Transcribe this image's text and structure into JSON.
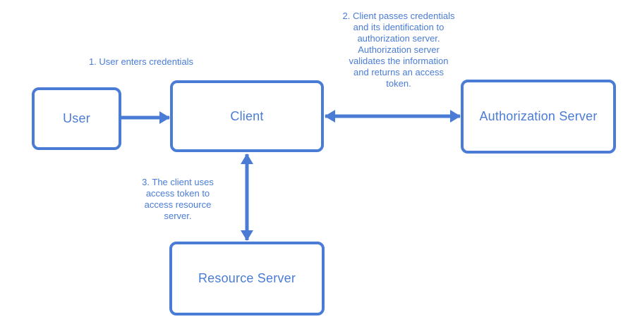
{
  "diagram": {
    "type": "flow-diagram",
    "colors": {
      "accent": "#4a7cd6",
      "background": "#ffffff"
    },
    "nodes": [
      {
        "id": "user",
        "label": "User"
      },
      {
        "id": "client",
        "label": "Client"
      },
      {
        "id": "authorization-server",
        "label": "Authorization Server"
      },
      {
        "id": "resource-server",
        "label": "Resource Server"
      }
    ],
    "edges": [
      {
        "from": "user",
        "to": "client",
        "direction": "one-way"
      },
      {
        "from": "client",
        "to": "authorization-server",
        "direction": "two-way"
      },
      {
        "from": "client",
        "to": "resource-server",
        "direction": "two-way"
      }
    ],
    "annotations": [
      {
        "id": "step-1",
        "text": "1. User enters credentials"
      },
      {
        "id": "step-2",
        "text": "2. Client passes credentials\nand its identification to\nauthorization server.\nAuthorization server\nvalidates the information\nand returns an access\ntoken."
      },
      {
        "id": "step-3",
        "text": "3. The client uses\naccess token to\naccess resource\nserver."
      }
    ]
  }
}
